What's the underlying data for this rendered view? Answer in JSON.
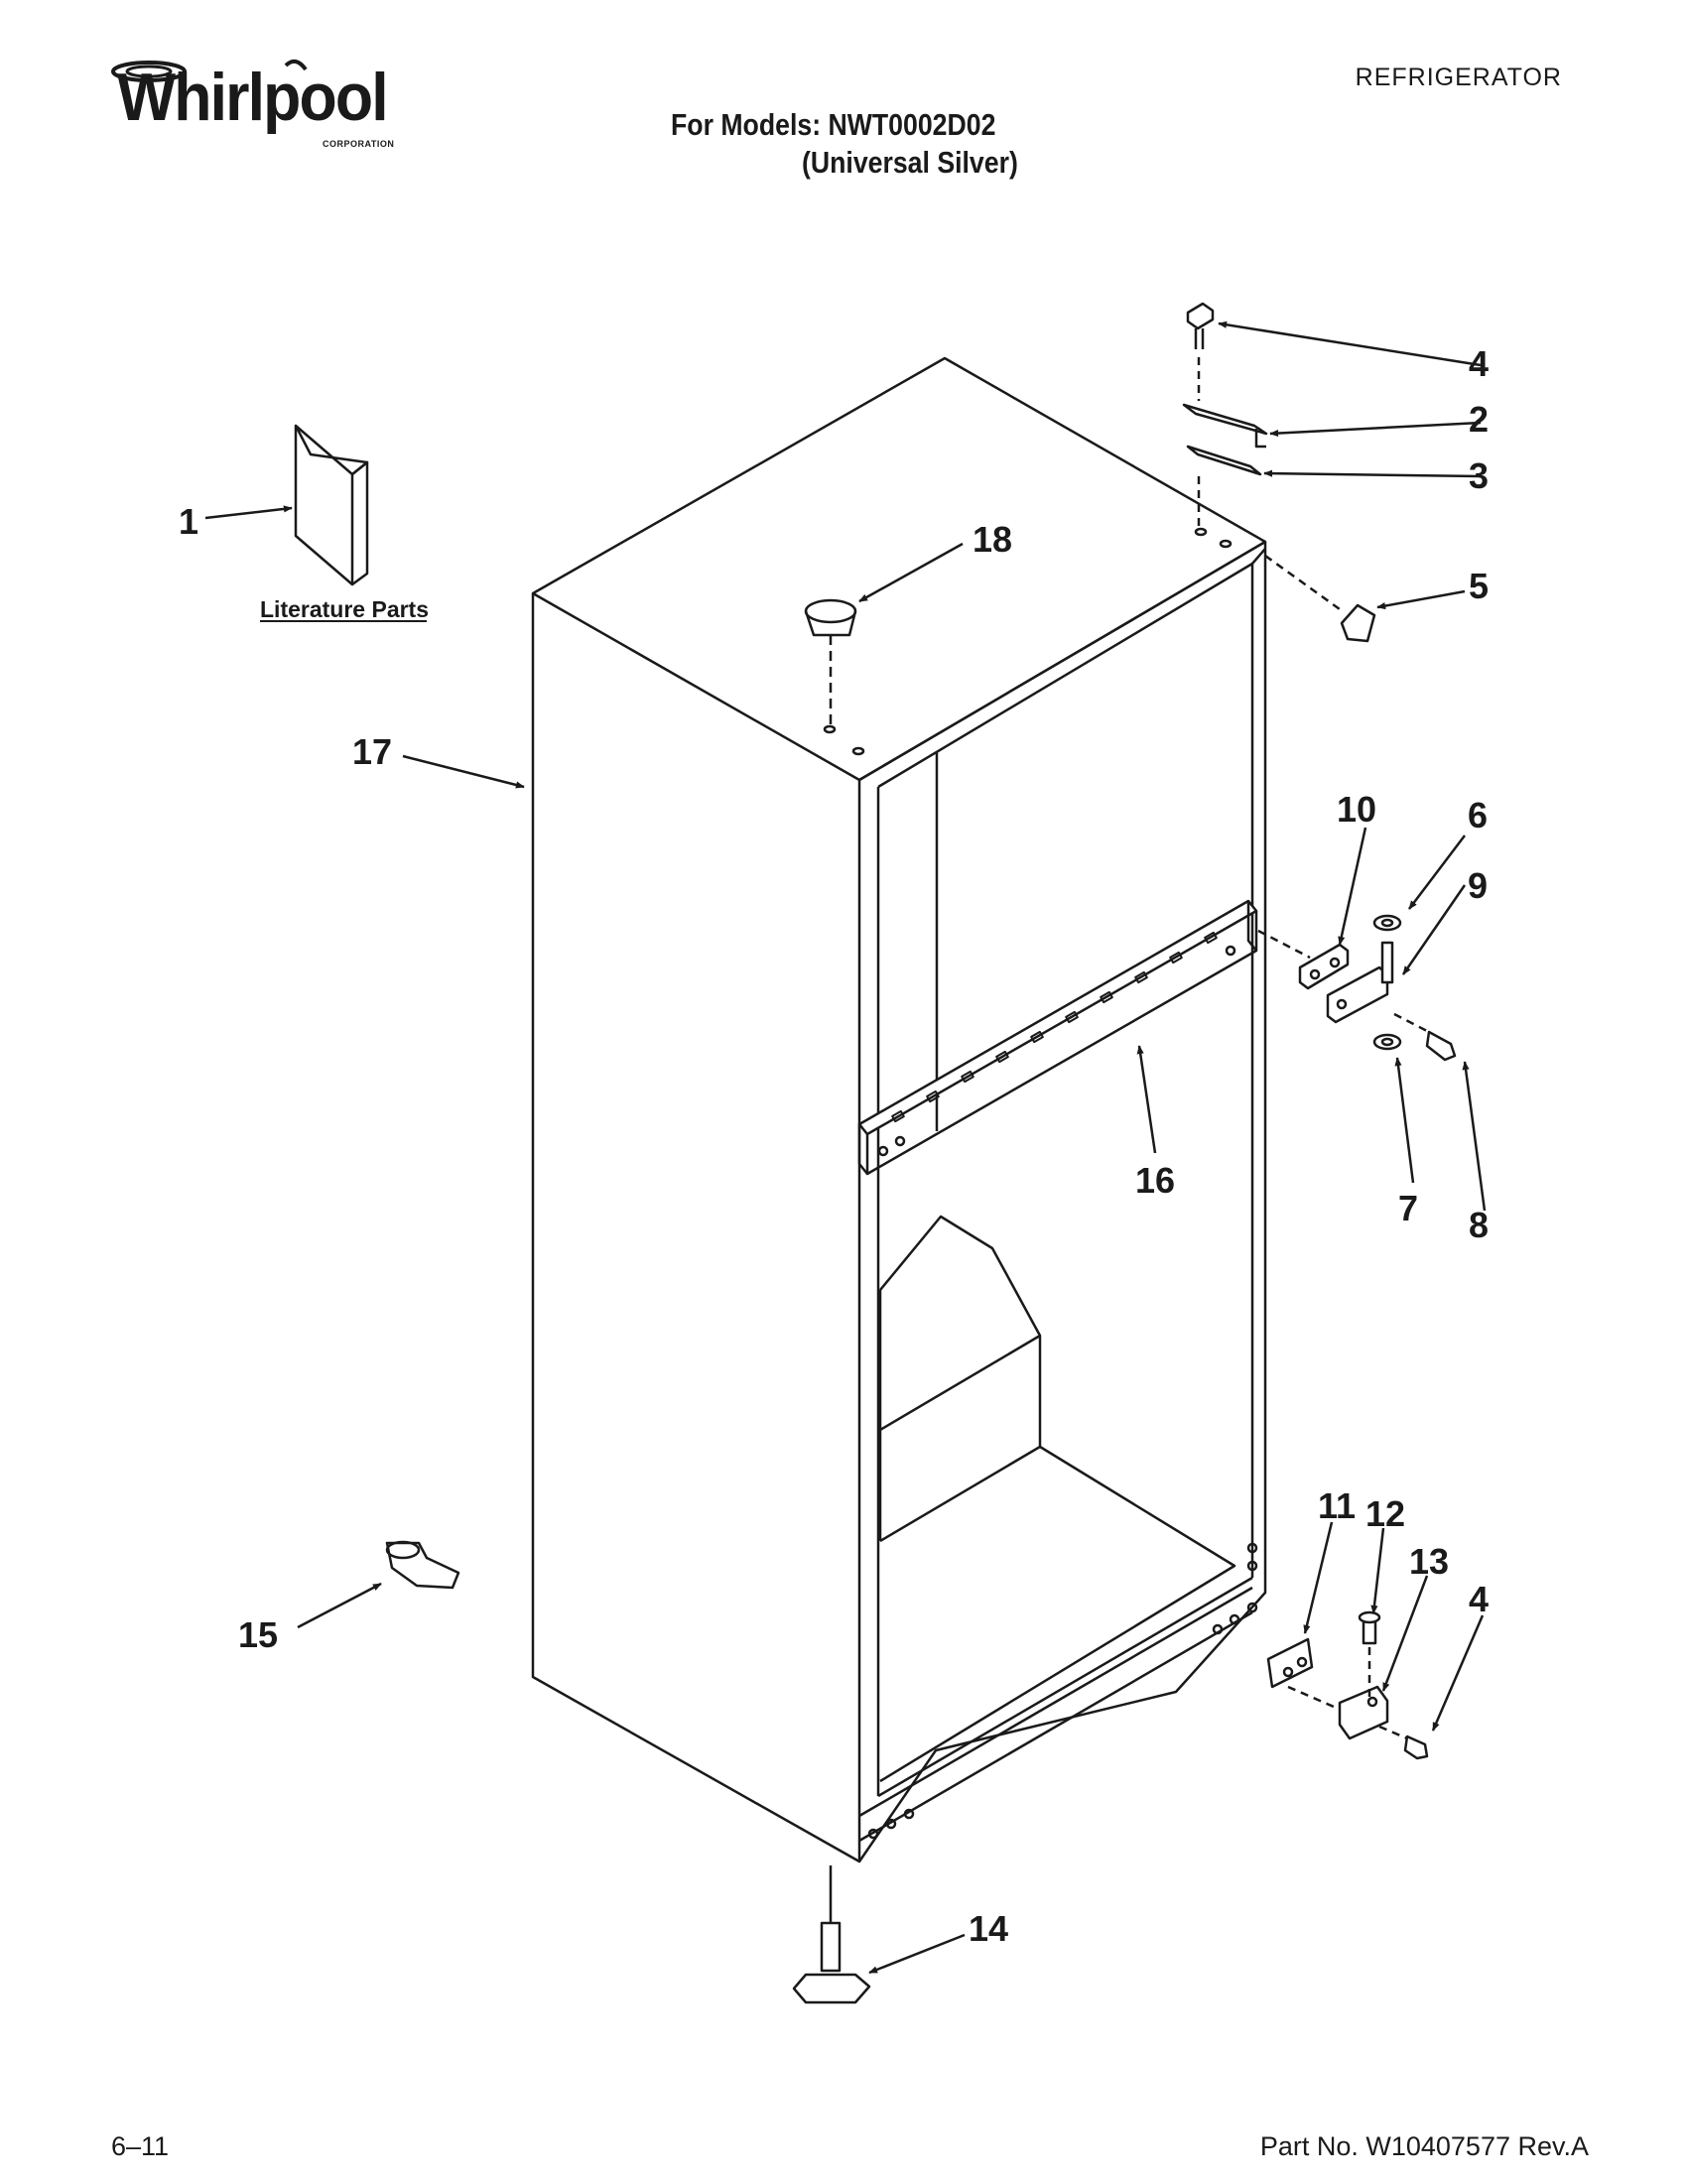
{
  "header": {
    "brand": "Whirlpool",
    "brand_sub": "CORPORATION",
    "doc_type": "REFRIGERATOR",
    "models_line": "For Models: NWT0002D02",
    "color_line": "(Universal Silver)"
  },
  "diagram": {
    "literature_label": "Literature Parts",
    "callouts": [
      "1",
      "2",
      "3",
      "4",
      "5",
      "6",
      "7",
      "8",
      "9",
      "10",
      "11",
      "12",
      "13",
      "4",
      "14",
      "15",
      "16",
      "17",
      "18"
    ]
  },
  "footer": {
    "date": "6–11",
    "part_no": "Part No. W10407577 Rev.A"
  }
}
